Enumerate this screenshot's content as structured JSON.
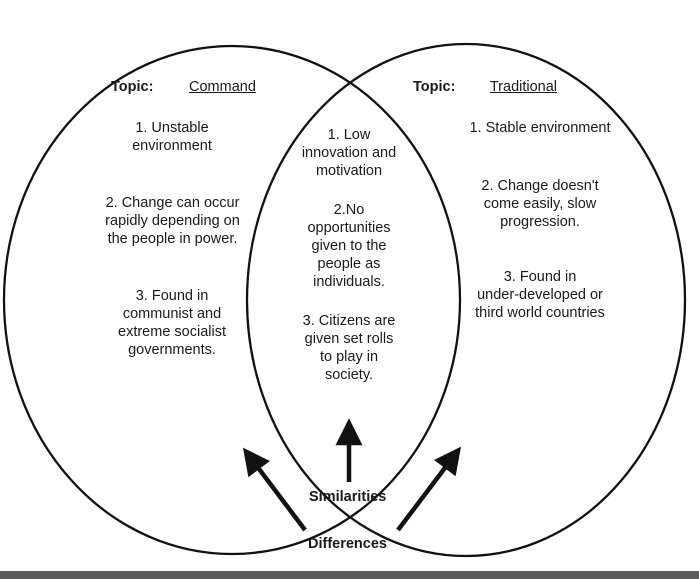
{
  "left": {
    "topic_label": "Topic:",
    "topic_value": "Command",
    "items": [
      "1. Unstable\nenvironment",
      "2. Change can occur\nrapidly depending on\nthe people in power.",
      "3. Found in\ncommunist and\nextreme socialist\ngovernments."
    ]
  },
  "right": {
    "topic_label": "Topic:",
    "topic_value": "Traditional",
    "items": [
      "1. Stable environment",
      "2. Change doesn't\ncome easily, slow\nprogression.",
      "3. Found in\nunder-developed or\nthird world countries"
    ]
  },
  "overlap": {
    "items": [
      "1. Low\ninnovation and\nmotivation",
      "2.No\nopportunities\ngiven to the\npeople as\nindividuals.",
      "3. Citizens are\ngiven set rolls\nto play in\nsociety."
    ]
  },
  "labels": {
    "similarities": "Similarities",
    "differences": "Differences"
  },
  "colors": {
    "stroke": "#111111",
    "bottom_bar": "#5c5c5c"
  }
}
